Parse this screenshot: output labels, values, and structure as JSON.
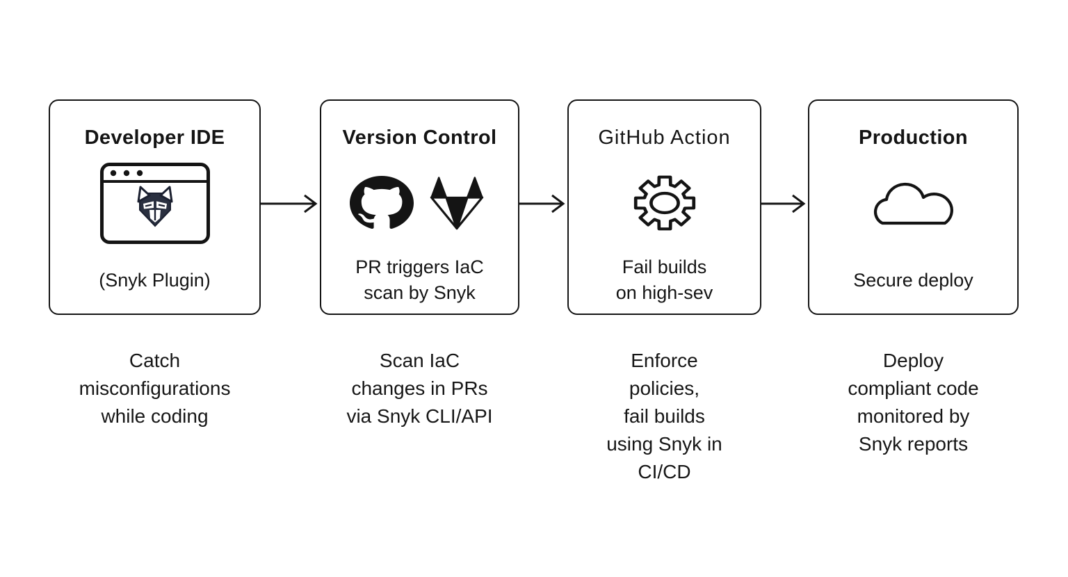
{
  "page": {
    "background": "#ffffff",
    "ink": "#141414"
  },
  "diagram": {
    "boxes": [
      {
        "title": "Developer IDE",
        "icons": [
          "browser-window-icon",
          "snyk-dog-logo-icon"
        ],
        "caption": "(Snyk Plugin)",
        "description": "Catch\nmisconfigurations\nwhile coding"
      },
      {
        "title": "Version Control",
        "icons": [
          "github-logo-icon",
          "gitlab-logo-icon"
        ],
        "caption": "PR triggers IaC\nscan by Snyk",
        "description": "Scan IaC\nchanges in PRs\nvia Snyk CLI/API"
      },
      {
        "title": "GitHub Action",
        "icons": [
          "gear-icon"
        ],
        "caption": "Fail builds\non high-sev",
        "description": "Enforce\npolicies,\nfail builds\nusing Snyk in\nCI/CD"
      },
      {
        "title": "Production",
        "icons": [
          "cloud-icon"
        ],
        "caption": "Secure deploy",
        "description": "Deploy\ncompliant code\nmonitored by\nSnyk reports"
      }
    ],
    "connectors": [
      {
        "type": "arrow-right"
      },
      {
        "type": "arrow-right"
      },
      {
        "type": "arrow-right"
      }
    ]
  }
}
